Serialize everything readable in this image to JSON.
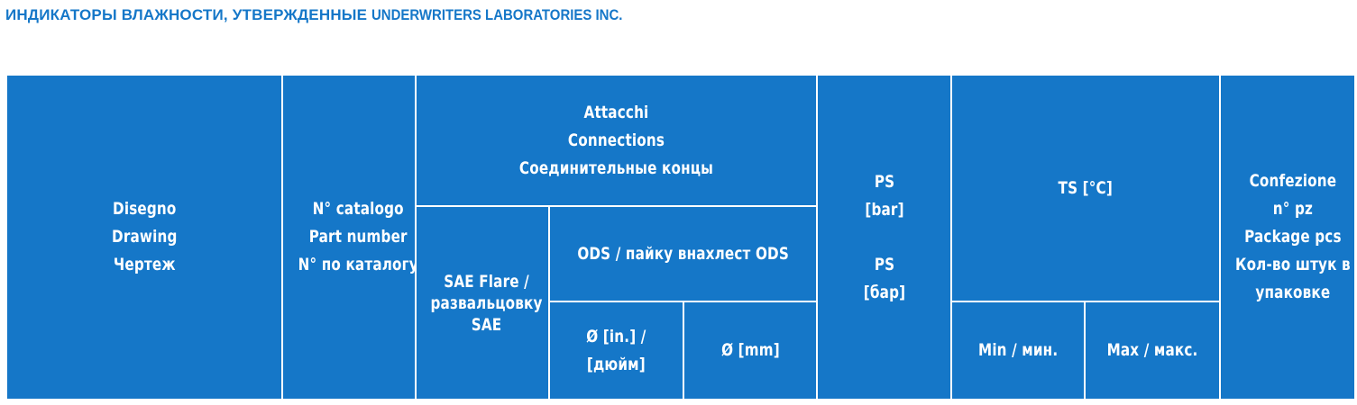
{
  "colors": {
    "header_bg": "#1577c8",
    "title_text": "#1577c8",
    "header_text": "#ffffff",
    "page_bg": "#ffffff"
  },
  "title": {
    "russian": "ИНДИКАТОРЫ ВЛАЖНОСТИ, УТВЕРЖДЕННЫЕ ",
    "english": "UNDERWRITERS LABORATORIES INC."
  },
  "table_header": {
    "drawing": [
      "Disegno",
      "Drawing",
      "Чертеж"
    ],
    "catalog": [
      "N° catalogo",
      "Part number",
      "N° по каталогу"
    ],
    "connections": [
      "Attacchi",
      "Connections",
      "Соединительные  концы"
    ],
    "sae": [
      "SAE Flare /",
      "развальцовку",
      "SAE"
    ],
    "ods": "ODS / пайку внахлест ODS",
    "diameter_in": [
      "Ø [in.] /",
      "[дюйм]"
    ],
    "diameter_mm": "Ø [mm]",
    "ps": [
      "PS",
      "[bar]",
      "PS",
      "[бар]"
    ],
    "ts": "TS [°C]",
    "ts_min": "Min / мин.",
    "ts_max": "Max / макс.",
    "package": [
      "Confezione",
      "n° pz",
      "Package pcs",
      "Кол-во  штук  в",
      "упаковке"
    ]
  }
}
